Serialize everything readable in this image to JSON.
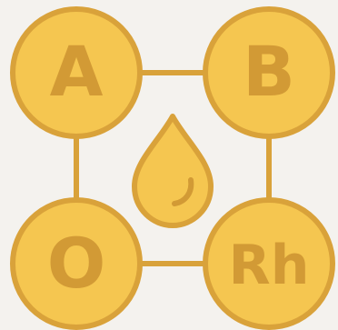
{
  "nodes": {
    "a": {
      "label": "A"
    },
    "b": {
      "label": "B"
    },
    "o": {
      "label": "O"
    },
    "rh": {
      "label": "Rh"
    }
  },
  "icons": {
    "center": "blood-drop-icon"
  },
  "colors": {
    "background": "#f4f2ee",
    "fill": "#f5c650",
    "stroke": "#d9a23a",
    "text": "#d29a35",
    "drop_fill": "#f5c650",
    "highlight": "#d29a35"
  }
}
